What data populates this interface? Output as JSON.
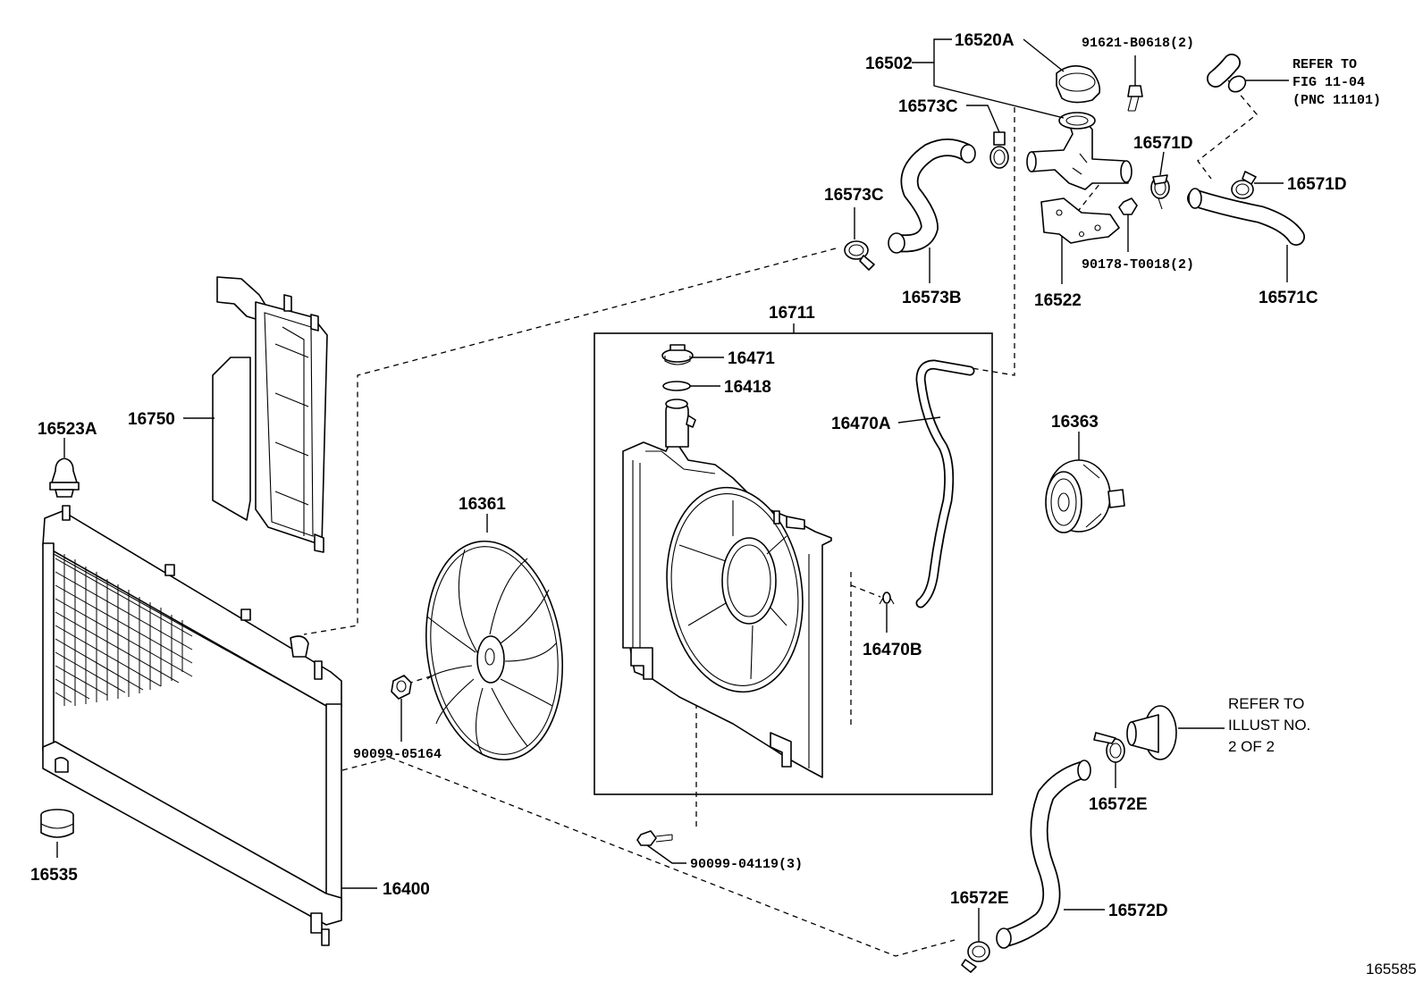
{
  "diagram_id": "165585",
  "frame_label": "16711",
  "parts": {
    "p16520A": "16520A",
    "p16502": "16502",
    "p91621": "91621-B0618(2)",
    "p16573C_top": "16573C",
    "p16573C_left": "16573C",
    "p16573B": "16573B",
    "p16571D_mid": "16571D",
    "p16571D_right": "16571D",
    "p16571C": "16571C",
    "p16522": "16522",
    "p90178": "90178-T0018(2)",
    "p16471": "16471",
    "p16418": "16418",
    "p16470A": "16470A",
    "p16470B": "16470B",
    "p16363": "16363",
    "p16750": "16750",
    "p16523A": "16523A",
    "p16361": "16361",
    "p90099_05164": "90099-05164",
    "p90099_04119": "90099-04119(3)",
    "p16535": "16535",
    "p16400": "16400",
    "p16572E_top": "16572E",
    "p16572E_bottom": "16572E",
    "p16572D": "16572D"
  },
  "notes": {
    "refer_fig": [
      "REFER TO",
      "FIG 11-04",
      "(PNC 11101)"
    ],
    "refer_illust": [
      "REFER TO",
      "ILLUST NO.",
      "2 OF 2"
    ]
  }
}
